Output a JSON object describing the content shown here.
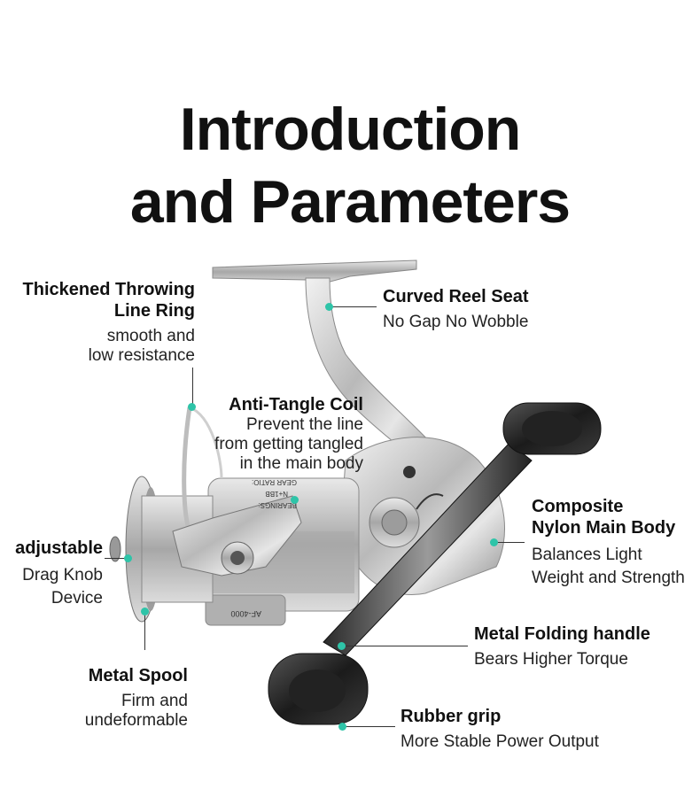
{
  "title": {
    "line1": "Introduction",
    "line2": "and Parameters"
  },
  "callouts": {
    "line_ring": {
      "head1": "Thickened Throwing",
      "head2": "Line Ring",
      "desc1": "smooth and",
      "desc2": "low resistance"
    },
    "reel_seat": {
      "head": "Curved Reel Seat",
      "desc": "No Gap No Wobble"
    },
    "anti_tangle": {
      "head": "Anti-Tangle Coil",
      "desc1": "Prevent the line",
      "desc2": "from getting tangled",
      "desc3": "in the main body"
    },
    "main_body": {
      "head1": "Composite",
      "head2": "Nylon Main Body",
      "desc1": "Balances Light",
      "desc2": "Weight and Strength"
    },
    "drag_knob": {
      "head": "adjustable",
      "desc1": "Drag Knob",
      "desc2": "Device"
    },
    "handle": {
      "head": "Metal Folding handle",
      "desc": "Bears Higher Torque"
    },
    "spool": {
      "head": "Metal Spool",
      "desc1": "Firm and",
      "desc2": "undeformable"
    },
    "grip": {
      "head": "Rubber grip",
      "desc": "More Stable Power Output"
    }
  },
  "reel_text": {
    "model": "AF-4000",
    "bearings": "BEARINGS:",
    "bearings_value": "N+1BB",
    "gear": "GEAR RATIO:"
  },
  "colors": {
    "accent_dot": "#2ec4a8",
    "text": "#111111"
  }
}
